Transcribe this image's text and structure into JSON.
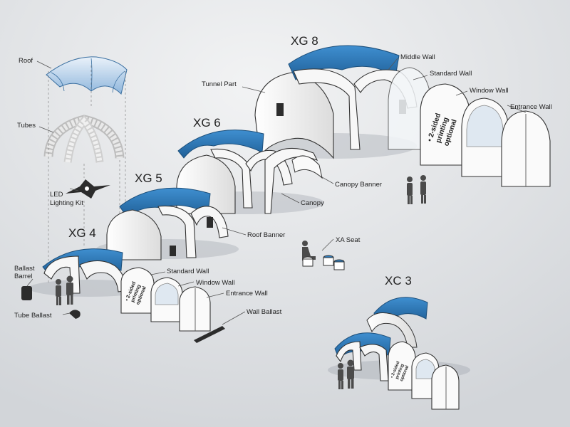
{
  "colors": {
    "canopy": "#2f7fc1",
    "canopy_dark": "#1f5f97",
    "background_top": "#f2f3f4",
    "background_bottom": "#d2d5d9"
  },
  "models": {
    "xg8": "XG 8",
    "xg6": "XG 6",
    "xg5": "XG 5",
    "xg4": "XG 4",
    "xc3": "XC 3"
  },
  "parts": {
    "roof": "Roof",
    "tubes": "Tubes",
    "led_line1": "LED",
    "led_line2": "Lighting Kit",
    "ballast_barrel_line1": "Ballast",
    "ballast_barrel_line2": "Barrel",
    "tube_ballast": "Tube Ballast",
    "tunnel_part": "Tunnel Part",
    "middle_wall": "Middle Wall",
    "standard_wall_xg8": "Standard Wall",
    "window_wall_xg8": "Window Wall",
    "entrance_wall_xg8": "Entrance Wall",
    "canopy_banner": "Canopy Banner",
    "canopy": "Canopy",
    "roof_banner": "Roof Banner",
    "xa_seat": "XA Seat",
    "standard_wall_xg4": "Standard Wall",
    "window_wall_xg4": "Window Wall",
    "entrance_wall_xg4": "Entrance Wall",
    "wall_ballast": "Wall Ballast"
  },
  "print_note": {
    "line1": "• 2-sided",
    "line2": "printing",
    "line3": "optional"
  }
}
